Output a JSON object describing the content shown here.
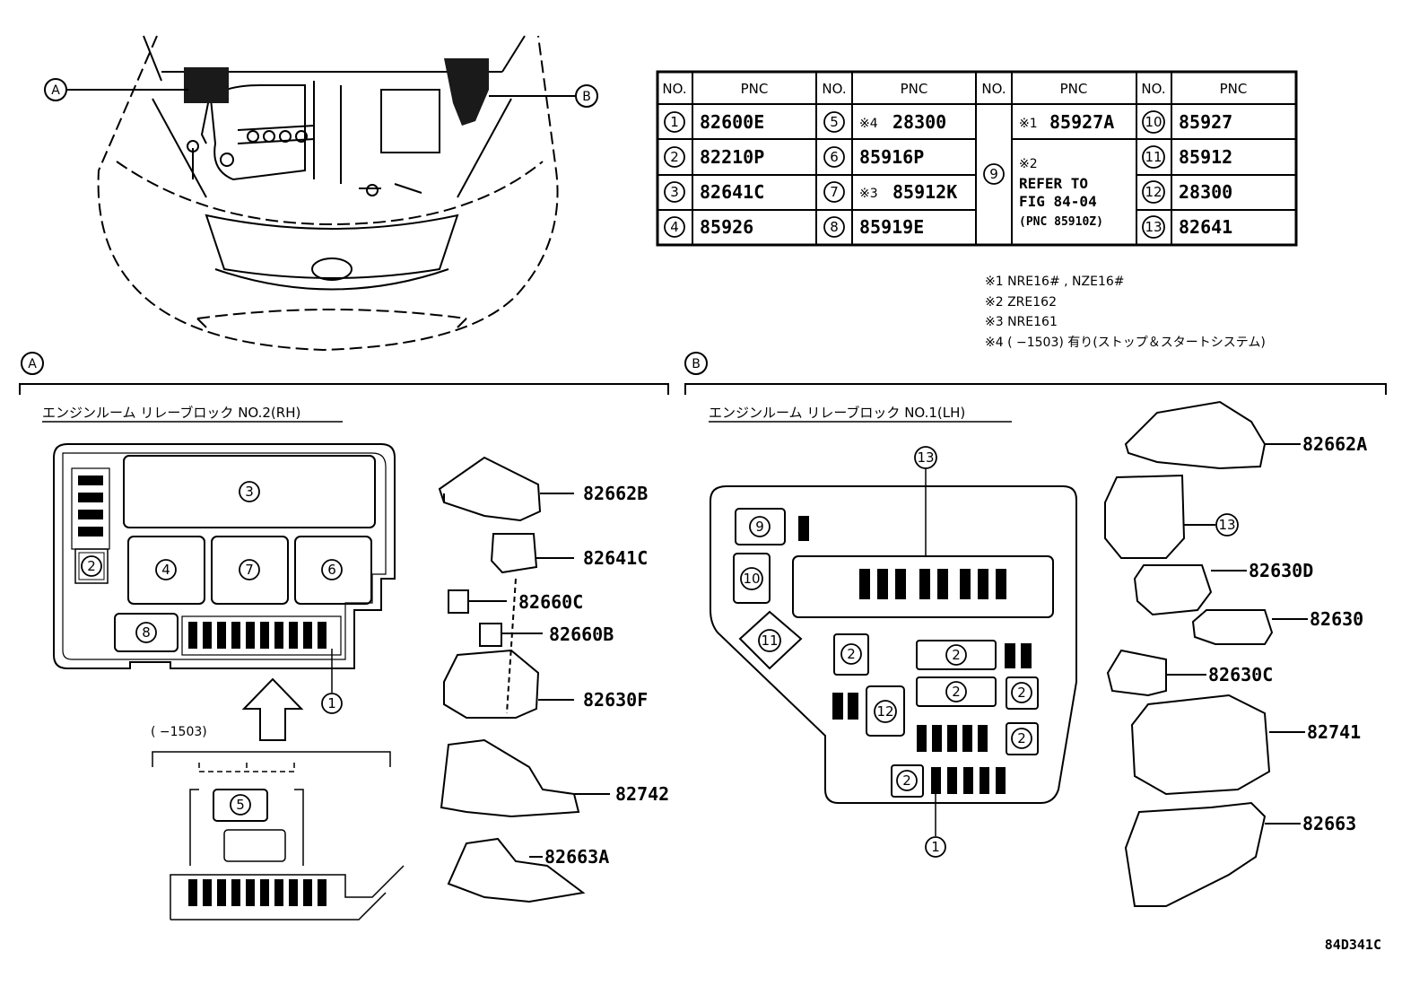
{
  "table": {
    "headers": [
      "NO.",
      "PNC",
      "NO.",
      "PNC",
      "NO.",
      "PNC",
      "NO.",
      "PNC"
    ],
    "col1": [
      {
        "no": "1",
        "pnc": "82600E"
      },
      {
        "no": "2",
        "pnc": "82210P"
      },
      {
        "no": "3",
        "pnc": "82641C"
      },
      {
        "no": "4",
        "pnc": "85926"
      }
    ],
    "col2": [
      {
        "no": "5",
        "mark": "※4",
        "pnc": "28300"
      },
      {
        "no": "6",
        "mark": "",
        "pnc": "85916P"
      },
      {
        "no": "7",
        "mark": "※3",
        "pnc": "85912K"
      },
      {
        "no": "8",
        "mark": "",
        "pnc": "85919E"
      }
    ],
    "col3": {
      "no": "9",
      "line1_mark": "※1",
      "line1_pnc": "85927A",
      "line2_mark": "※2",
      "line3": "REFER TO",
      "line4": "FIG 84-04",
      "line5": "(PNC 85910Z)"
    },
    "col4": [
      {
        "no": "10",
        "pnc": "85927"
      },
      {
        "no": "11",
        "pnc": "85912"
      },
      {
        "no": "12",
        "pnc": "28300"
      },
      {
        "no": "13",
        "pnc": "82641"
      }
    ]
  },
  "notes": [
    "※1  NRE16# , NZE16#",
    "※2  ZRE162",
    "※3  NRE161",
    "※4  (       −1503) 有り(ストップ＆スタートシステム)"
  ],
  "callouts": {
    "a": "A",
    "b": "B"
  },
  "section_a": {
    "letter": "A",
    "title": "エンジンルーム  リレーブロック NO.2(RH)",
    "block_numbers": [
      "3",
      "2",
      "4",
      "7",
      "6",
      "8",
      "1"
    ],
    "prod_note": "(        −1503)",
    "sub_number": "5",
    "parts": [
      "82662B",
      "82641C",
      "82660C",
      "82660B",
      "82630F",
      "82742",
      "82663A"
    ]
  },
  "section_b": {
    "letter": "B",
    "title": "エンジンルーム  リレーブロック NO.1(LH)",
    "block_numbers": [
      "13",
      "9",
      "10",
      "11",
      "2",
      "2",
      "2",
      "2",
      "12",
      "2",
      "2",
      "1"
    ],
    "parts": [
      "82662A",
      "13",
      "82630D",
      "82630",
      "82630C",
      "82741",
      "82663"
    ]
  },
  "figure_id": "84D341C",
  "colors": {
    "ink": "#000000",
    "paper": "#ffffff",
    "shade": "#1a1a1a"
  }
}
